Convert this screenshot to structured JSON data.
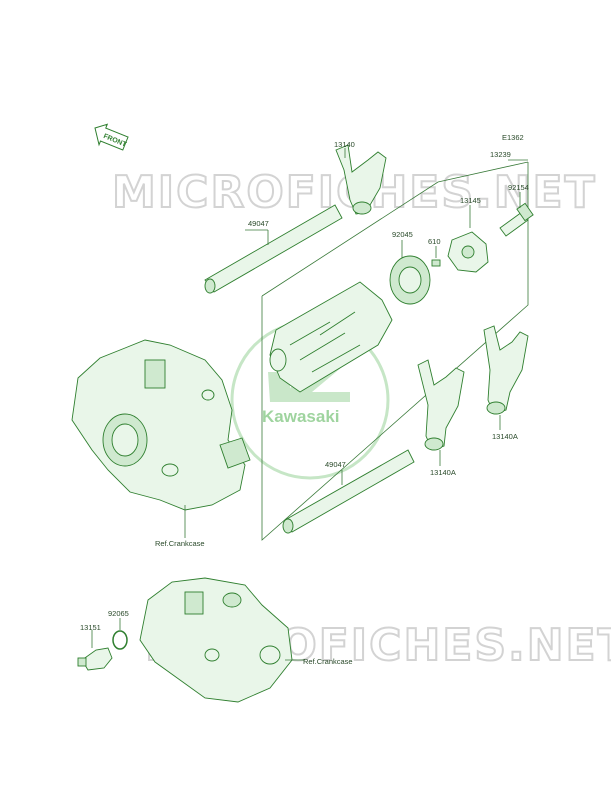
{
  "diagram_code": "E1362",
  "watermark": "MICROFICHES.NET",
  "logo": {
    "brand": "Kawasaki",
    "mark": "K",
    "color": "#9fd49f"
  },
  "front_arrow": "FRONT",
  "colors": {
    "line": "#2f7f2f",
    "fill": "#e9f6e9",
    "label": "#2a4a2a",
    "watermark": "#d3d3d3"
  },
  "parts": {
    "p13140": "13140",
    "p13239": "13239",
    "p92154": "92154",
    "p13145": "13145",
    "p49047_top": "49047",
    "p92045": "92045",
    "p610": "610",
    "p13140A_right": "13140A",
    "p13140A_mid": "13140A",
    "p49047_bottom": "49047",
    "p92065": "92065",
    "p13151": "13151"
  },
  "refs": {
    "crankcase_upper": "Ref.Crankcase",
    "crankcase_lower": "Ref.Crankcase"
  }
}
